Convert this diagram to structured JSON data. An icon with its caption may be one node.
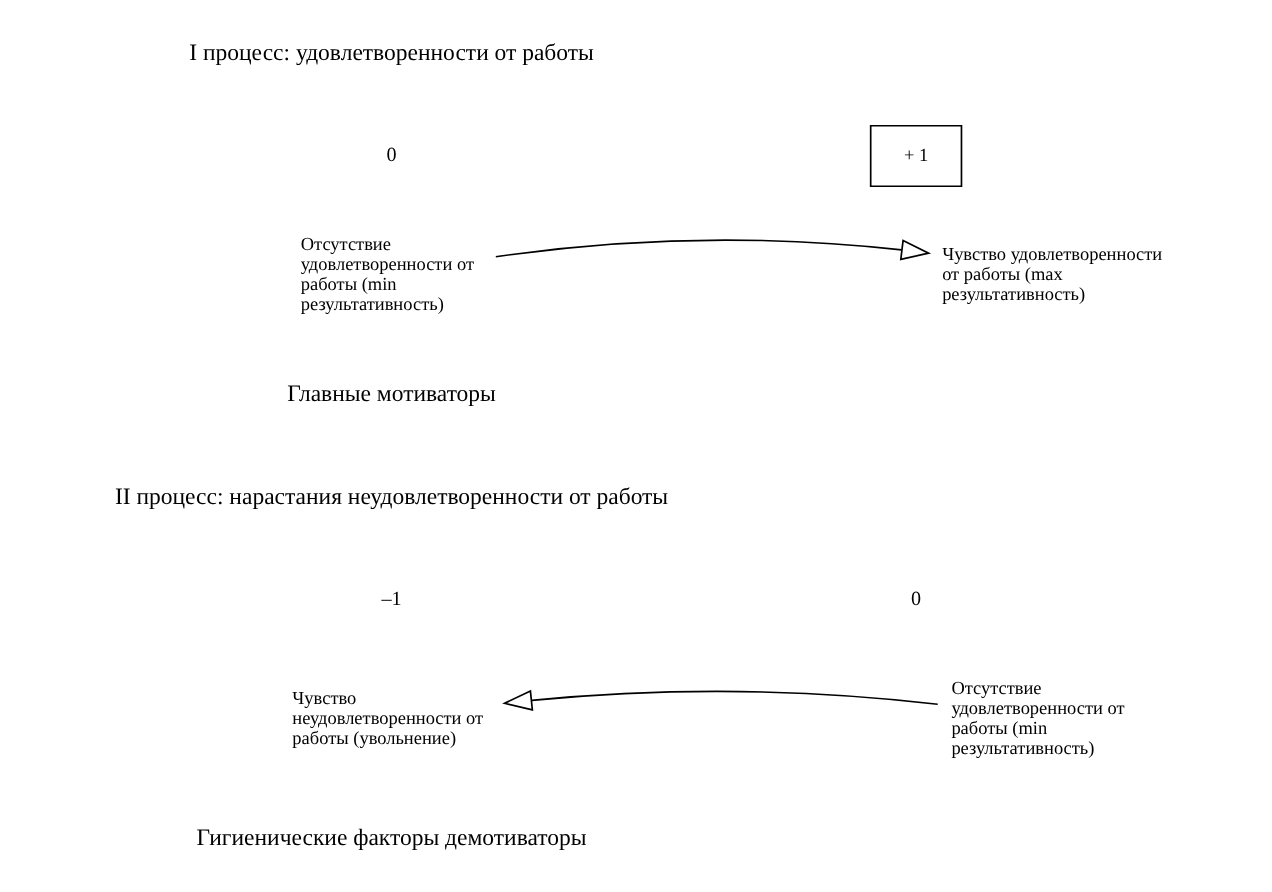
{
  "diagram": {
    "nodes": [
      {
        "text": [
          "Отсутствие удовлетворенности от работы (min результативность)"
        ]
      },
      {
        "text": [
          "Чувство удовлетворенности от работы (max результативность)"
        ]
      },
      {
        "text": [
          "+ 1"
        ]
      },
      {
        "text": [
          "Чувство неудовлетворенности от работы (увольнение)"
        ]
      },
      {
        "text": [
          "Отсутствие удовлетворенности от работы (min результативность)"
        ]
      }
    ],
    "edges": [
      {
        "from": 0,
        "to": 1,
        "arrow": "to"
      },
      {
        "from": 4,
        "to": 3,
        "arrow": "to"
      }
    ],
    "labels": [
      "I процесс: удовлетворенности от работы",
      "0",
      "Главные мотиваторы",
      "II процесс: нарастания неудовлетворенности от работы",
      "–1",
      "0",
      "Гигиенические факторы демотиваторы"
    ]
  }
}
